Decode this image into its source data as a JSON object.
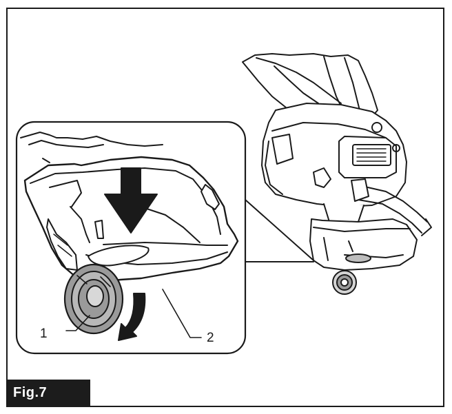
{
  "figure": {
    "label": "Fig.7",
    "callouts": [
      {
        "number": "1",
        "target": "dust-cup-lid"
      },
      {
        "number": "2",
        "target": "dust-cup"
      }
    ],
    "arrows": [
      "push-down-arrow",
      "remove-lid-arrow"
    ],
    "colors": {
      "line": "#1a1a1a",
      "fill": "#ffffff",
      "shade": "#9a9a9a",
      "tab": "#1c1c1c"
    }
  }
}
